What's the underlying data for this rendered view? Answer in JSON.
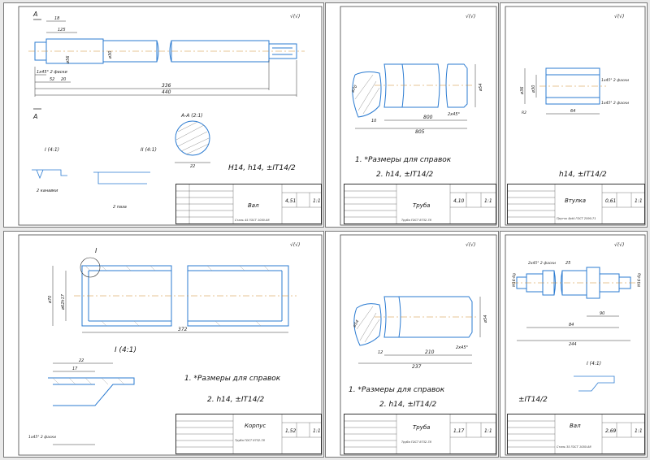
{
  "sheets": [
    {
      "title_block": {
        "name": "Вал",
        "mass": "4,51",
        "scale": "1:1",
        "material": "Сталь 45 ГОСТ 1050-88"
      },
      "notes": [
        "H14, h14, ±IT14/2"
      ],
      "view_labels": {
        "section": "А",
        "section_top": "А",
        "section_bottom": "А",
        "section_title": "А-А (2:1)",
        "detail1": "I (4:1)",
        "detail2": "II (4:1)"
      },
      "dims": {
        "d1": "ø56",
        "d2": "ø30",
        "len1": "336",
        "len2": "440",
        "len3": "52",
        "len4": "20",
        "len5": "18",
        "len6": "125",
        "chamfer": "1х45° 2 фаски",
        "sec_w": "22",
        "groove1": "2 канавки",
        "groove2": "2 паза"
      }
    },
    {
      "title_block": {
        "name": "Труба",
        "mass": "4,10",
        "scale": "1:1",
        "material": "Труба ГОСТ 8732-78"
      },
      "notes": [
        "1. *Размеры для справок",
        "2. h14, ±IT14/2"
      ],
      "dims": {
        "d1": "ø70",
        "d2": "ø54",
        "len1": "800",
        "len2": "805",
        "len3": "10",
        "chamfer": "2х45°"
      }
    },
    {
      "title_block": {
        "name": "Втулка",
        "mass": "0,61",
        "scale": "1:1",
        "material": "Пруток 8pt4 ГОСТ 2590-71"
      },
      "notes": [
        "h14, ±IT14/2"
      ],
      "dims": {
        "d1": "ø36",
        "d2": "ø30",
        "len1": "64",
        "chamfer1": "1х45° 2 фаски",
        "chamfer2": "1х45° 2 фаски",
        "r": "R2"
      }
    },
    {
      "title_block": {
        "name": "Корпус",
        "mass": "1,52",
        "scale": "1:1",
        "material": "Труба ГОСТ 8732-78"
      },
      "notes": [
        "1. *Размеры для справок",
        "2. h14, ±IT14/2"
      ],
      "view_labels": {
        "detail": "I",
        "detail_title": "I (4:1)"
      },
      "dims": {
        "d1": "ø70",
        "d2": "ø62h17",
        "len1": "372",
        "len2": "22",
        "len3": "17",
        "chamfer": "1х45° 2 фаски"
      }
    },
    {
      "title_block": {
        "name": "Труба",
        "mass": "1,17",
        "scale": "1:1",
        "material": "Труба ГОСТ 8732-78"
      },
      "notes": [
        "1. *Размеры для справок",
        "2. h14, ±IT14/2"
      ],
      "dims": {
        "d1": "ø54",
        "d2": "ø54",
        "len1": "210",
        "len2": "237",
        "len3": "12",
        "chamfer": "2х45°"
      }
    },
    {
      "title_block": {
        "name": "Вал",
        "mass": "2,69",
        "scale": "1:1",
        "material": "Сталь 35 ГОСТ 1050-88"
      },
      "notes": [
        "±IT14/2"
      ],
      "view_labels": {
        "detail": "I",
        "detail_title": "I (4:1)"
      },
      "dims": {
        "len1": "84",
        "len2": "244",
        "len3": "90",
        "len4": "25",
        "chamfer": "2х45° 2 фаски",
        "thread1": "M16-6g",
        "thread2": "M16-6g"
      }
    }
  ]
}
